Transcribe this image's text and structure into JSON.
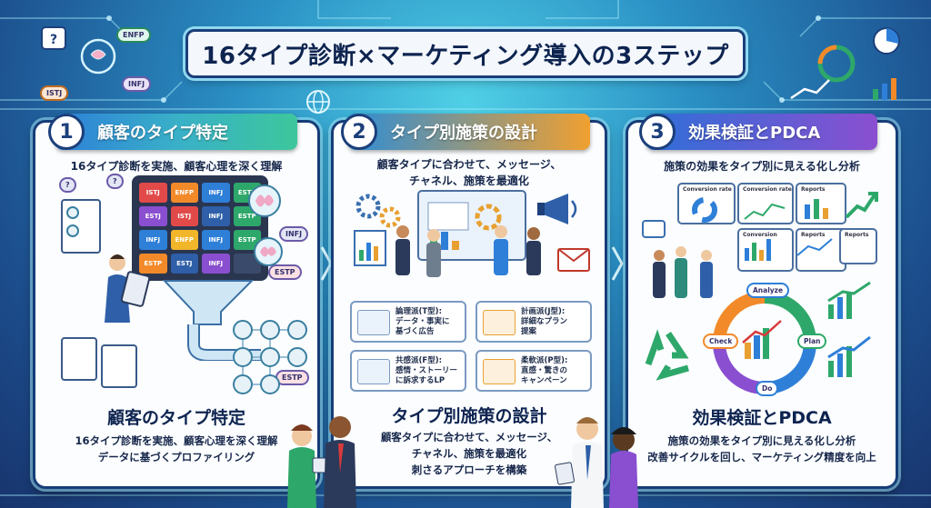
{
  "title": "16タイプ診断×マーケティング導入の3ステップ",
  "corner_tags": {
    "left": [
      "ENFP",
      "INFJ",
      "ISTJ"
    ]
  },
  "steps": [
    {
      "number": "1",
      "header": "顧客のタイプ特定",
      "subtitle": "16タイプ診断を実施、顧客心理を深く理解",
      "big_label": "顧客のタイプ特定",
      "desc_line1": "16タイプ診断を実施、顧客心理を深く理解",
      "desc_line2": "データに基づくプロファイリング",
      "tiles": [
        "ISTJ",
        "ENFP",
        "INFJ",
        "ESTP",
        "ESTJ",
        "ISTJ",
        "INFJ",
        "ESTP",
        "INFJ",
        "ENFP",
        "INFJ",
        "ESTP",
        "ESTP",
        "ESTJ",
        "INFJ",
        ""
      ],
      "tags": [
        "INFJ",
        "ESTP",
        "ESTP"
      ]
    },
    {
      "number": "2",
      "header": "タイプ別施策の設計",
      "subtitle_line1": "顧客タイプに合わせて、メッセージ、",
      "subtitle_line2": "チャネル、施策を最適化",
      "cards": [
        {
          "line1": "論理派(T型):",
          "line2": "データ・事実に",
          "line3": "基づく広告"
        },
        {
          "line1": "計画派(J型):",
          "line2": "詳細なプラン",
          "line3": "提案"
        },
        {
          "line1": "共感派(F型):",
          "line2": "感情・ストーリー",
          "line3": "に訴求するLP"
        },
        {
          "line1": "柔軟派(P型):",
          "line2": "直感・驚きの",
          "line3": "キャンペーン"
        }
      ],
      "big_label": "タイプ別施策の設計",
      "desc_line1": "顧客タイプに合わせて、メッセージ、",
      "desc_line2": "チャネル、施策を最適化",
      "desc_line3": "刺さるアプローチを構築"
    },
    {
      "number": "3",
      "header": "効果検証とPDCA",
      "subtitle": "施策の効果をタイプ別に見える化し分析",
      "dash_labels": [
        "Conversion rate",
        "Conversion rate",
        "Reports",
        "Conversion",
        "Reports",
        "Reports"
      ],
      "cycle_labels": [
        "Analyze",
        "Plan",
        "Do",
        "Check"
      ],
      "big_label": "効果検証とPDCA",
      "desc_line1": "施策の効果をタイプ別に見える化し分析",
      "desc_line2": "改善サイクルを回し、マーケティング精度を向上"
    }
  ],
  "colors": {
    "accent_blue": "#2d7fd8",
    "accent_orange": "#f0a030",
    "accent_purple": "#8a4fd0",
    "frame": "#173d78"
  }
}
